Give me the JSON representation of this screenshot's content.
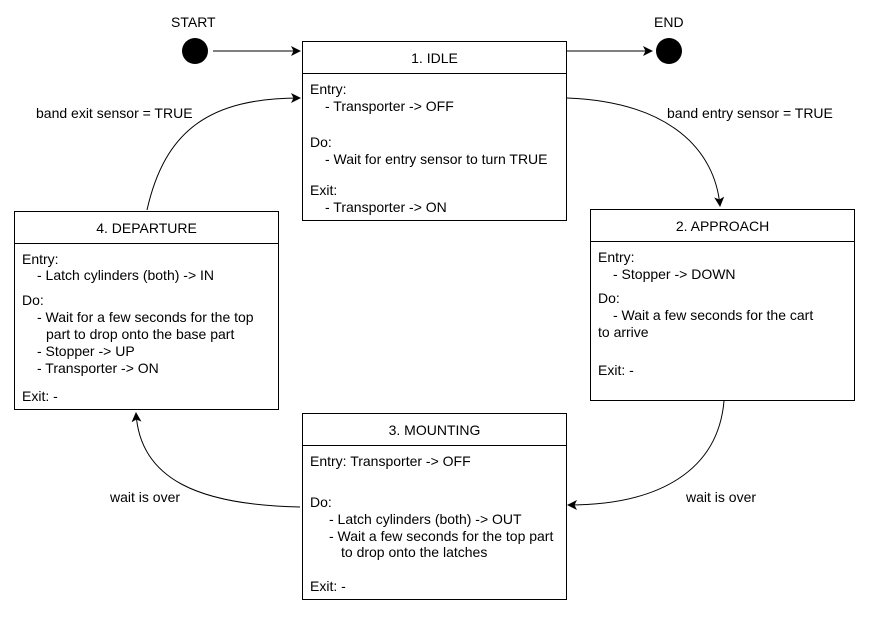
{
  "diagram": {
    "start_label": "START",
    "end_label": "END",
    "transitions": {
      "idle_to_approach": "band entry sensor = TRUE",
      "departure_to_idle": "band exit sensor = TRUE",
      "approach_to_mounting": "wait is over",
      "mounting_to_departure": "wait is over"
    },
    "states": {
      "idle": {
        "title": "1. IDLE",
        "lines": [
          "Entry:",
          "- Transporter -> OFF",
          "Do:",
          "- Wait for entry sensor to turn TRUE",
          "Exit:",
          "- Transporter -> ON"
        ]
      },
      "approach": {
        "title": "2. APPROACH",
        "lines": [
          "Entry:",
          "- Stopper -> DOWN",
          "Do:",
          "- Wait a few seconds for the cart",
          "to arrive",
          "Exit: -"
        ]
      },
      "mounting": {
        "title": "3. MOUNTING",
        "lines": [
          "Entry: Transporter -> OFF",
          "Do:",
          "- Latch cylinders (both) -> OUT",
          "- Wait a few seconds for the top part",
          "to drop onto the latches",
          "Exit: -"
        ]
      },
      "departure": {
        "title": "4. DEPARTURE",
        "lines": [
          "Entry:",
          "- Latch cylinders (both) -> IN",
          "Do:",
          "- Wait for a few seconds for the top",
          "part to drop onto the base part",
          "- Stopper -> UP",
          "- Transporter -> ON",
          "Exit: -"
        ]
      }
    }
  }
}
